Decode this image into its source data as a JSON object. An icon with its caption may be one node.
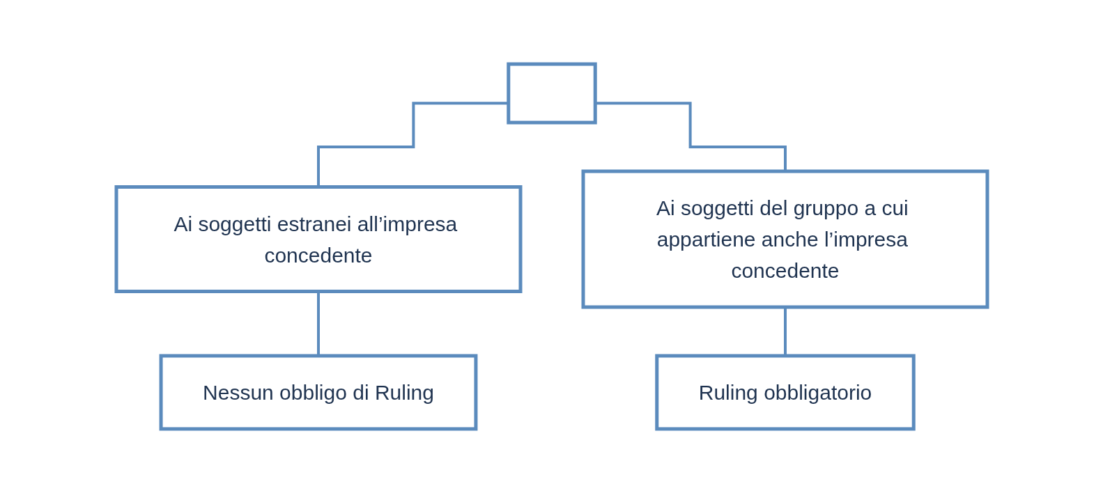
{
  "diagram": {
    "nodes": [
      {
        "text": [],
        "shape": "box"
      },
      {
        "text": [
          "Ai soggetti estranei all’impresa concedente"
        ]
      },
      {
        "text": [
          "Ai soggetti del gruppo a cui appartiene anche l’impresa concedente"
        ]
      },
      {
        "text": [
          "Nessun obbligo di Ruling"
        ]
      },
      {
        "text": [
          "Ruling obbligatorio"
        ]
      }
    ],
    "edges": [
      {
        "from": 0,
        "to": 1,
        "arrow": "none"
      },
      {
        "from": 0,
        "to": 2,
        "arrow": "none"
      },
      {
        "from": 1,
        "to": 3,
        "arrow": "none"
      },
      {
        "from": 2,
        "to": 4,
        "arrow": "none"
      }
    ]
  }
}
